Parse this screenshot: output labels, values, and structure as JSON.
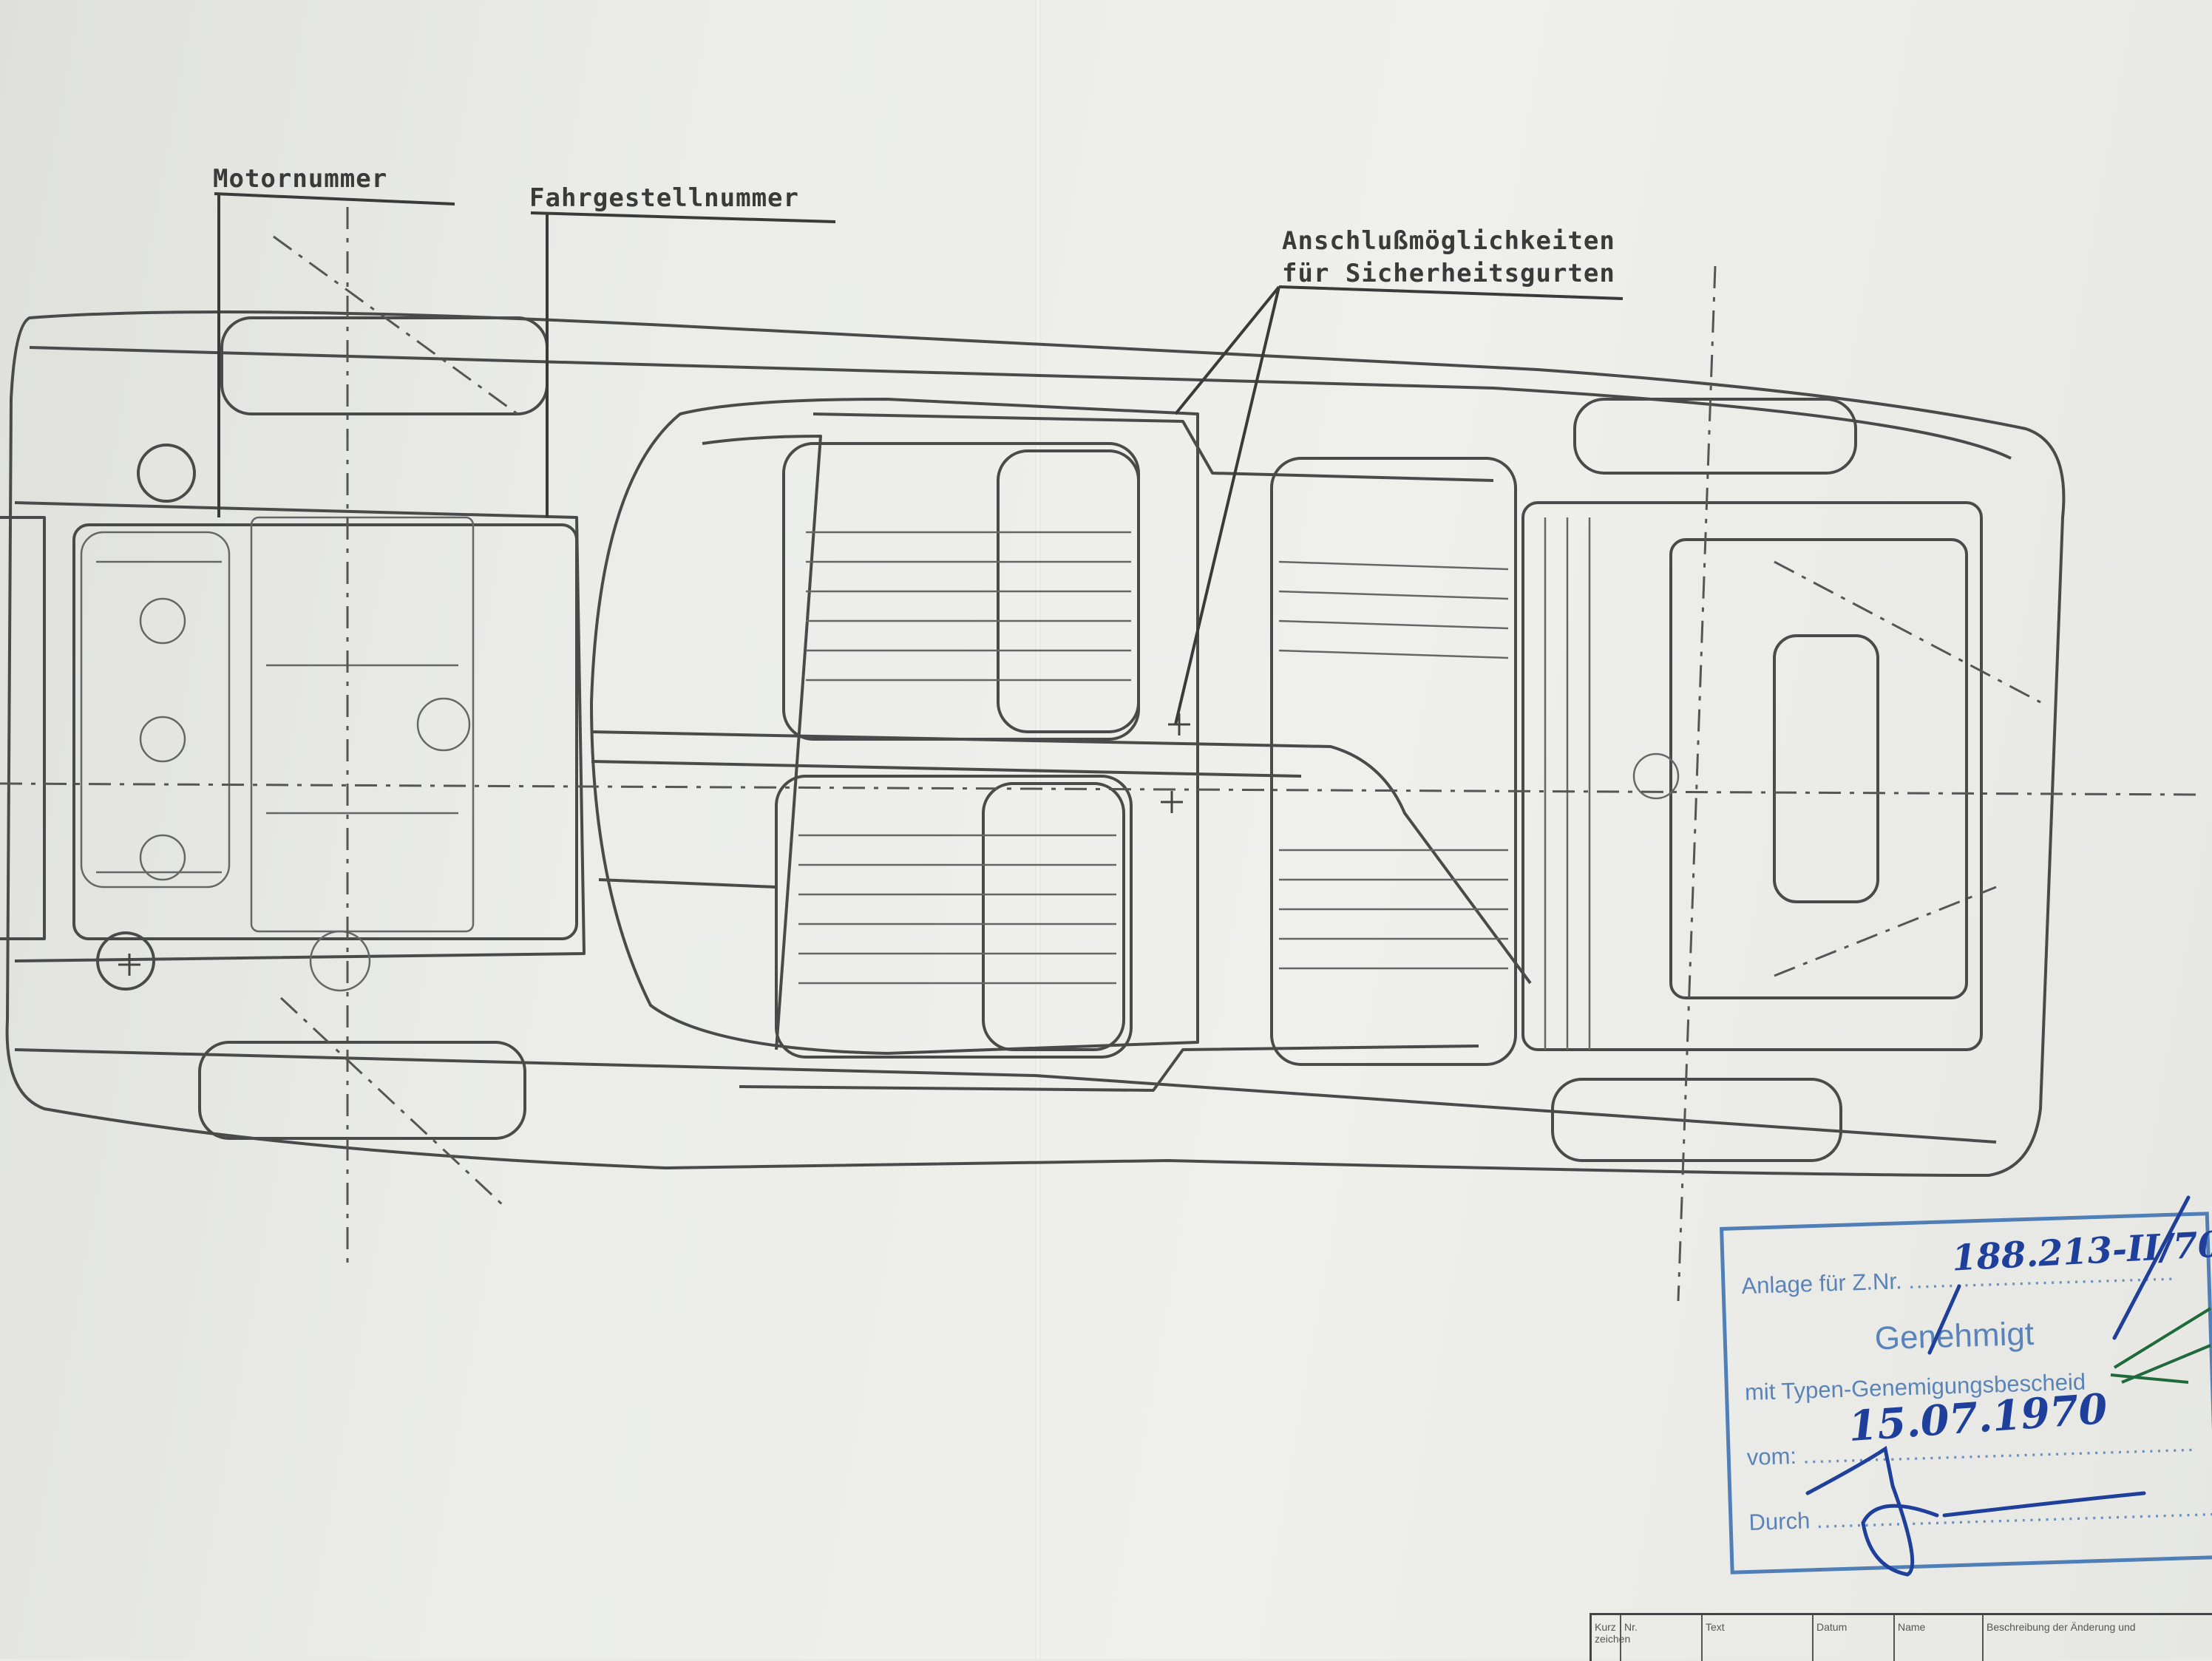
{
  "labels": {
    "motornummer": "Motornummer",
    "fahrgestellnummer": "Fahrgestellnummer",
    "anschluss_line1": "Anschlußmöglichkeiten",
    "anschluss_line2": "für Sicherheitsgurten"
  },
  "stamp": {
    "anlage_label": "Anlage für Z.Nr.",
    "anlage_value": "188.213-II/70",
    "genehmigt": "Genehmigt",
    "typen_text": "mit Typen-Genemigungsbescheid",
    "vom_label": "vom:",
    "vom_value": "15.07.1970",
    "durch_label": "Durch",
    "color": "#4f7fb6",
    "ink_color": "#1e3f9a"
  },
  "title_block": {
    "col_kurz": "Kurz zeichen",
    "col_nr": "Nr.",
    "col_text": "Text",
    "col_datum": "Datum",
    "col_name": "Name",
    "col_beschreibung": "Beschreibung der Änderung und"
  }
}
